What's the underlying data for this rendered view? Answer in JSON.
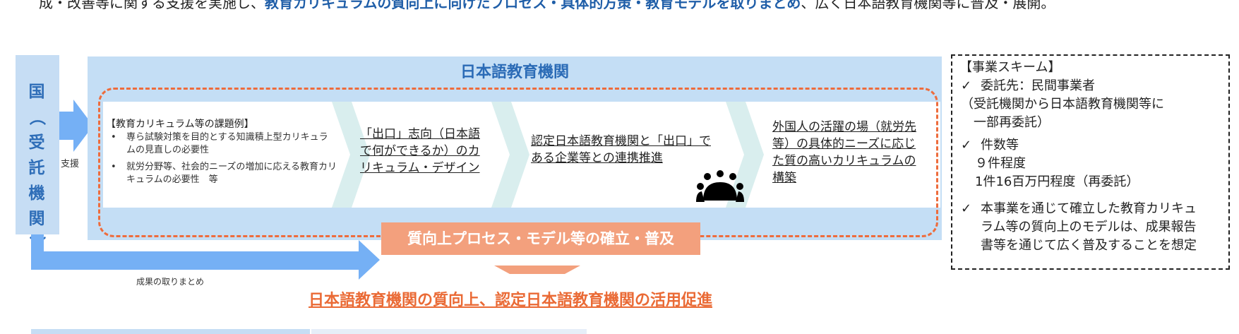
{
  "intro": {
    "prefix": "成・改善等に関する支援を実施し、",
    "emphasis": "教育カリキュラムの質向上に向けたプロセス・具体的方策・教育モデルを取りまとめ",
    "suffix": "、広く日本語教育機関等に普及・展開。"
  },
  "government": {
    "label": "国（受託機関）"
  },
  "institution": {
    "title": "日本語教育機関"
  },
  "issues": {
    "title": "【教育カリキュラム等の課題例】",
    "items": [
      "専ら試験対策を目的とする知識積上型カリキュラムの見直しの必要性",
      "就労分野等、社会的ニーズの増加に応える教育カリキュラムの必要性　等"
    ]
  },
  "steps": [
    "「出口」志向（日本語で何ができるか）のカリキュラム・デザイン",
    "認定日本語教育機関と「出口」である企業等との連携推進",
    "外国人の活躍の場（就労先等）の具体的ニーズに応じた質の高いカリキュラムの構築"
  ],
  "icons": {
    "people": "people-meeting-icon"
  },
  "establish": {
    "label": "質向上プロセス・モデル等の確立・普及"
  },
  "labels": {
    "support": "支援",
    "summary": "成果の取りまとめ"
  },
  "result": {
    "label": "日本語教育機関の質向上、認定日本語教育機関の活用促進"
  },
  "scheme": {
    "title": "【事業スキーム】",
    "items": [
      {
        "check": "✓",
        "head": "委託先：民間事業者",
        "body": [
          "（受託機関から日本語教育機関等に",
          "　一部再委託）"
        ]
      },
      {
        "check": "✓",
        "head": "件数等",
        "body": [
          "９件程度",
          "1件16百万円程度（再委託）"
        ]
      },
      {
        "check": "✓",
        "head": "本事業を通じて確立した教育カリキュ",
        "body": [
          "ラム等の質向上のモデルは、成果報告",
          "書等を通じて広く普及することを想定"
        ]
      }
    ]
  },
  "colors": {
    "panel": "#c4def5",
    "accent_blue": "#2b6bb6",
    "accent_orange": "#ea6a35",
    "arrow_blue": "#75b0f5"
  }
}
